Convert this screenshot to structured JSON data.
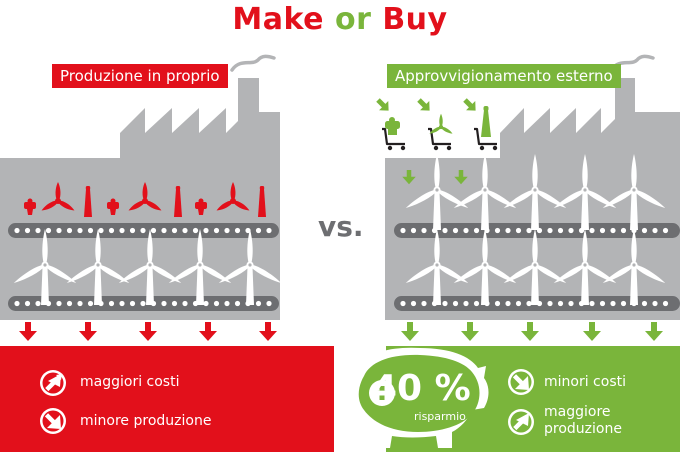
{
  "title": {
    "part1": "Make",
    "part2": "or",
    "part3": "Buy"
  },
  "left": {
    "label": "Produzione in proprio",
    "effect1": "maggiori costi",
    "effect2": "minore produzione"
  },
  "vs_label": "vs.",
  "right": {
    "label": "Approvvigionamento esterno",
    "savings_value": "40 %",
    "savings_label": "risparmio",
    "effect1": "minori costi",
    "effect2": "maggiore produzione"
  },
  "colors": {
    "red": "#e2101b",
    "green": "#7ab53b",
    "gray": "#b3b4b6",
    "dark": "#6d6e71"
  },
  "icons": [
    "turbine-icon",
    "blade-icon",
    "nacelle-icon",
    "tower-icon",
    "cart-icon",
    "arrow-down-icon",
    "arrow-up-right-icon",
    "arrow-down-right-icon",
    "piggy-bank-icon",
    "plus-icon"
  ]
}
